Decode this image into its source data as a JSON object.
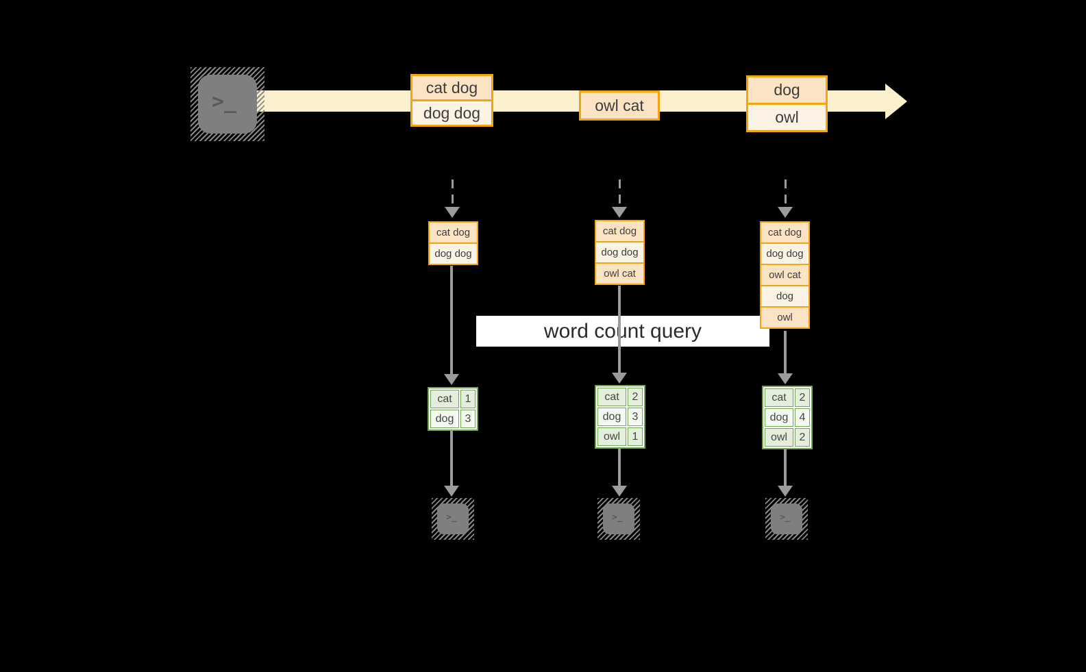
{
  "colors": {
    "background": "#000000",
    "stream_band": "#fbf0cd",
    "event_border": "#f2a50c",
    "event_fill_dark": "#fbe3c3",
    "event_fill_light": "#fdf3e4",
    "table_border": "#6fa74e",
    "table_fill_green": "#e4efdb",
    "table_fill_white": "#f3f9ef",
    "arrow_gray": "#9c9c9c",
    "terminal_fill": "#7f7f7f",
    "terminal_glyph_color": "#5a5a5a",
    "banner_bg": "#ffffff",
    "text": "#3d3d3d"
  },
  "banner": {
    "label": "word count query"
  },
  "source_terminal": {
    "icon": "terminal-icon",
    "glyph": ">_"
  },
  "stream": {
    "events": [
      {
        "lines": [
          "cat dog",
          "dog dog"
        ]
      },
      {
        "lines": [
          "owl cat"
        ]
      },
      {
        "lines": [
          "dog",
          "owl"
        ]
      }
    ]
  },
  "buffers": [
    {
      "items": [
        "cat dog",
        "dog dog"
      ]
    },
    {
      "items": [
        "cat dog",
        "dog dog",
        "owl cat"
      ]
    },
    {
      "items": [
        "cat dog",
        "dog dog",
        "owl cat",
        "dog",
        "owl"
      ]
    }
  ],
  "counts": [
    {
      "rows": [
        {
          "word": "cat",
          "count": "1"
        },
        {
          "word": "dog",
          "count": "3"
        }
      ]
    },
    {
      "rows": [
        {
          "word": "cat",
          "count": "2"
        },
        {
          "word": "dog",
          "count": "3"
        },
        {
          "word": "owl",
          "count": "1"
        }
      ]
    },
    {
      "rows": [
        {
          "word": "cat",
          "count": "2"
        },
        {
          "word": "dog",
          "count": "4"
        },
        {
          "word": "owl",
          "count": "2"
        }
      ]
    }
  ],
  "output_terminals": [
    {
      "icon": "terminal-icon",
      "glyph": ">_"
    },
    {
      "icon": "terminal-icon",
      "glyph": ">_"
    },
    {
      "icon": "terminal-icon",
      "glyph": ">_"
    }
  ]
}
